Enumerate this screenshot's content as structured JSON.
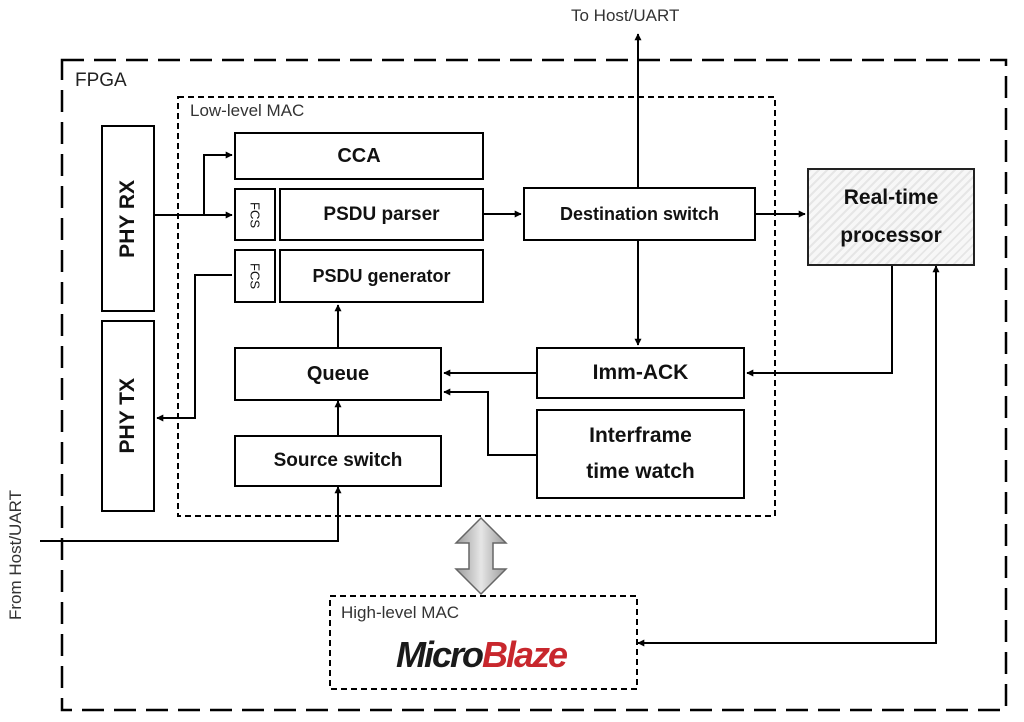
{
  "labels": {
    "fpga": "FPGA",
    "low_level_mac": "Low-level MAC",
    "high_level_mac": "High-level MAC",
    "to_host_uart": "To Host/UART",
    "from_host_uart": "From Host/UART"
  },
  "blocks": {
    "phy_rx": "PHY RX",
    "phy_tx": "PHY TX",
    "cca": "CCA",
    "fcs_parser": "FCS",
    "psdu_parser": "PSDU parser",
    "fcs_generator": "FCS",
    "psdu_generator": "PSDU generator",
    "destination_switch": "Destination switch",
    "realtime_processor_line1": "Real-time",
    "realtime_processor_line2": "processor",
    "queue": "Queue",
    "imm_ack": "Imm-ACK",
    "source_switch": "Source switch",
    "interframe_line1": "Interframe",
    "interframe_line2": "time watch"
  },
  "logo": {
    "part1": "Micro",
    "part2": "Blaze",
    "part1_color": "#1a1a1a",
    "part2_color": "#c8272d"
  }
}
